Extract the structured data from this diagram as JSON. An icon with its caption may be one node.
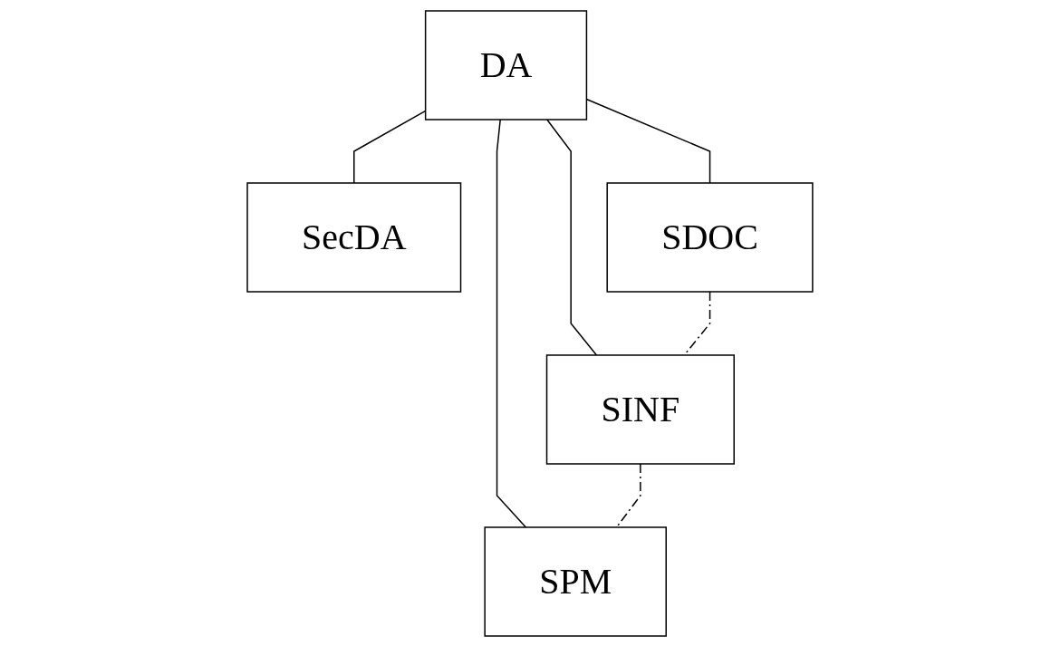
{
  "diagram": {
    "nodes": [
      {
        "text": [
          "DA"
        ]
      },
      {
        "text": [
          "SecDA"
        ]
      },
      {
        "text": [
          "SDOC"
        ]
      },
      {
        "text": [
          "SINF"
        ]
      },
      {
        "text": [
          "SPM"
        ]
      }
    ],
    "edges": [
      {
        "from": 0,
        "to": 1,
        "arrow": "none"
      },
      {
        "from": 0,
        "to": 2,
        "arrow": "none"
      },
      {
        "from": 0,
        "to": 3,
        "arrow": "none"
      },
      {
        "from": 0,
        "to": 4,
        "arrow": "none"
      },
      {
        "from": 2,
        "to": 3,
        "arrow": "none",
        "style": "dashed"
      },
      {
        "from": 3,
        "to": 4,
        "arrow": "none",
        "style": "dashed"
      }
    ]
  }
}
